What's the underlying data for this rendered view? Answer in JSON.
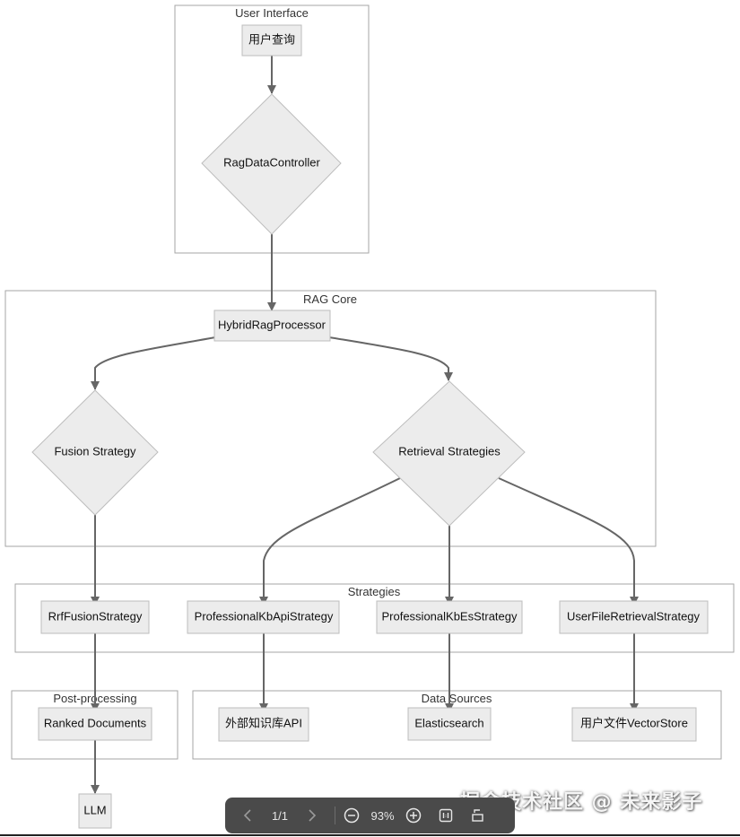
{
  "groups": {
    "user_interface": "User Interface",
    "rag_core": "RAG Core",
    "strategies": "Strategies",
    "post_processing": "Post-processing",
    "data_sources": "Data Sources"
  },
  "nodes": {
    "user_query": "用户查询",
    "rag_data_controller": "RagDataController",
    "hybrid_rag_processor": "HybridRagProcessor",
    "fusion_strategy": "Fusion Strategy",
    "retrieval_strategies": "Retrieval Strategies",
    "rrf_fusion_strategy": "RrfFusionStrategy",
    "professional_kb_api_strategy": "ProfessionalKbApiStrategy",
    "professional_kb_es_strategy": "ProfessionalKbEsStrategy",
    "user_file_retrieval_strategy": "UserFileRetrievalStrategy",
    "ranked_documents": "Ranked Documents",
    "external_kb_api": "外部知识库API",
    "elasticsearch": "Elasticsearch",
    "user_file_vector_store": "用户文件VectorStore",
    "llm": "LLM"
  },
  "edges": [
    [
      "用户查询",
      "RagDataController"
    ],
    [
      "RagDataController",
      "HybridRagProcessor"
    ],
    [
      "HybridRagProcessor",
      "Fusion Strategy"
    ],
    [
      "HybridRagProcessor",
      "Retrieval Strategies"
    ],
    [
      "Fusion Strategy",
      "RrfFusionStrategy"
    ],
    [
      "Retrieval Strategies",
      "ProfessionalKbApiStrategy"
    ],
    [
      "Retrieval Strategies",
      "ProfessionalKbEsStrategy"
    ],
    [
      "Retrieval Strategies",
      "UserFileRetrievalStrategy"
    ],
    [
      "RrfFusionStrategy",
      "Ranked Documents"
    ],
    [
      "ProfessionalKbApiStrategy",
      "外部知识库API"
    ],
    [
      "ProfessionalKbEsStrategy",
      "Elasticsearch"
    ],
    [
      "UserFileRetrievalStrategy",
      "用户文件VectorStore"
    ],
    [
      "Ranked Documents",
      "LLM"
    ]
  ],
  "toolbar": {
    "page_indicator": "1/1",
    "zoom_level": "93%",
    "icons": [
      "chevron-left-icon",
      "chevron-right-icon",
      "zoom-out-icon",
      "zoom-in-icon",
      "fit-page-icon",
      "rotate-icon"
    ]
  },
  "watermark": "掘金技术社区 @ 未来影子",
  "colors": {
    "node_fill": "#ececec",
    "node_border": "#bdbdbd",
    "group_border": "#a6a6a6",
    "edge": "#666666",
    "toolbar_bg": "#4a4a4a"
  }
}
